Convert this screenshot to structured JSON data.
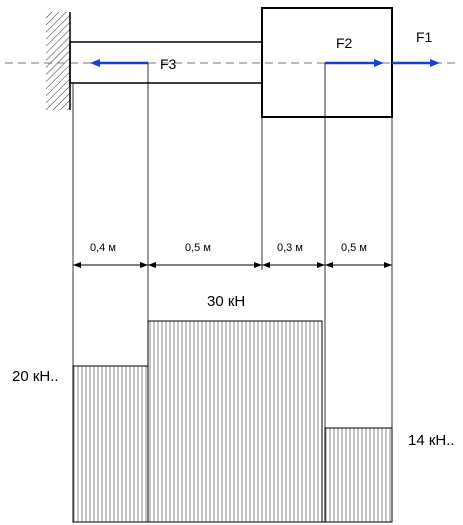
{
  "forces": {
    "f1": "F1",
    "f2": "F2",
    "f3": "F3"
  },
  "dimensions": [
    "0,4 м",
    "0,5 м",
    "0,3 м",
    "0,5 м"
  ],
  "diagram_values": {
    "left": "20 кН..",
    "middle": "30 кН",
    "right": "14 кН.."
  },
  "colors": {
    "force_arrow": "#1a3fd6",
    "line": "#000000",
    "hatch": "#555555"
  }
}
